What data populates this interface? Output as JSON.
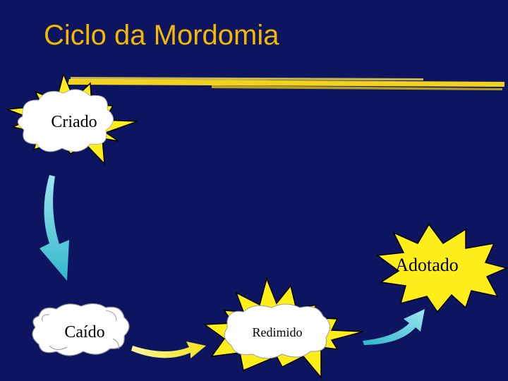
{
  "title": "Ciclo da Mordomia",
  "colors": {
    "background": "#0e1560",
    "title": "#f5b800",
    "underline": "#f2d21c",
    "burst": "#ffee1a",
    "cloud": "#ffffff",
    "arrow_teal": "#3cc3d6",
    "arrow_yellow": "#f4ec2c"
  },
  "nodes": {
    "criado": "Criado",
    "caido": "Caído",
    "redimido": "Redimido",
    "adotado": "Adotado"
  }
}
